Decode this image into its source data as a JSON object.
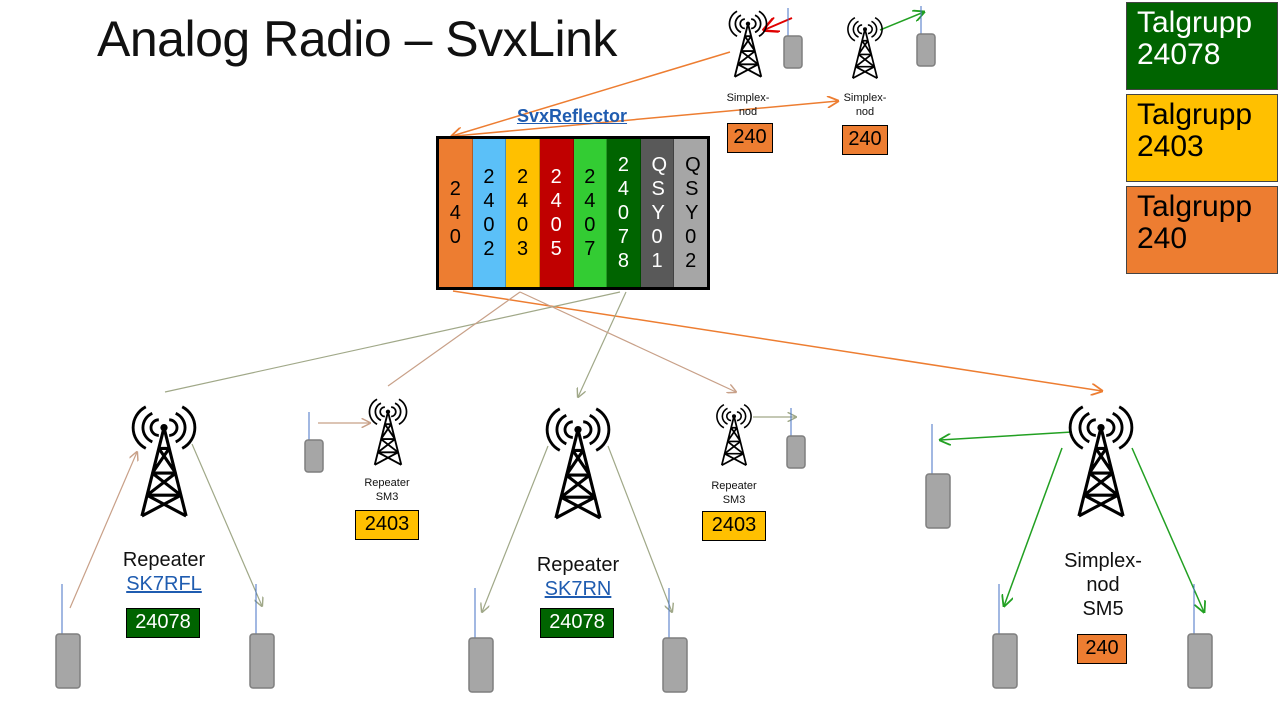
{
  "title": "Analog Radio – SvxLink",
  "reflector": {
    "label": "SvxReflector",
    "channels": [
      {
        "name": "240",
        "color": "#ED7D31",
        "text": "#000000"
      },
      {
        "name": "2402",
        "color": "#5BC0F8",
        "text": "#000000"
      },
      {
        "name": "2403",
        "color": "#FFC000",
        "text": "#000000"
      },
      {
        "name": "2405",
        "color": "#C00000",
        "text": "#FFFFFF"
      },
      {
        "name": "2407",
        "color": "#33CC33",
        "text": "#000000"
      },
      {
        "name": "24078",
        "color": "#006400",
        "text": "#FFFFFF"
      },
      {
        "name": "QSY01",
        "color": "#595959",
        "text": "#FFFFFF"
      },
      {
        "name": "QSY02",
        "color": "#A6A6A6",
        "text": "#000000"
      }
    ]
  },
  "legend": [
    {
      "line1": "Talgrupp",
      "line2": "24078",
      "color": "#006400",
      "text": "#FFFFFF"
    },
    {
      "line1": "Talgrupp",
      "line2": "2403",
      "color": "#FFC000",
      "text": "#000000"
    },
    {
      "line1": "Talgrupp",
      "line2": "240",
      "color": "#ED7D31",
      "text": "#000000"
    }
  ],
  "nodes": {
    "simplex_top_left": {
      "label_1": "Simplex-",
      "label_2": "nod",
      "tag": "240"
    },
    "simplex_top_right": {
      "label_1": "Simplex-",
      "label_2": "nod",
      "tag": "240"
    },
    "repeater_sk7rfl": {
      "label": "Repeater",
      "callsign": "SK7RFL",
      "tag": "24078"
    },
    "repeater_sm3_left": {
      "label_1": "Repeater",
      "label_2": "SM3",
      "tag": "2403"
    },
    "repeater_sk7rn": {
      "label": "Repeater",
      "callsign": "SK7RN",
      "tag": "24078"
    },
    "repeater_sm3_right": {
      "label_1": "Repeater",
      "label_2": "SM3",
      "tag": "2403"
    },
    "simplex_sm5": {
      "label_1": "Simplex-",
      "label_2": "nod",
      "label_3": "SM5",
      "tag": "240"
    }
  },
  "colors": {
    "orange": "#ED7D31",
    "yellow": "#FFC000",
    "dark_green": "#006400",
    "green": "#22A022",
    "red": "#E00000",
    "link_olive": "#A0A888",
    "link_tan": "#C8A088",
    "radio_gray": "#A6A6A6"
  },
  "icons": [
    "radio-tower-icon",
    "handheld-radio-icon"
  ]
}
